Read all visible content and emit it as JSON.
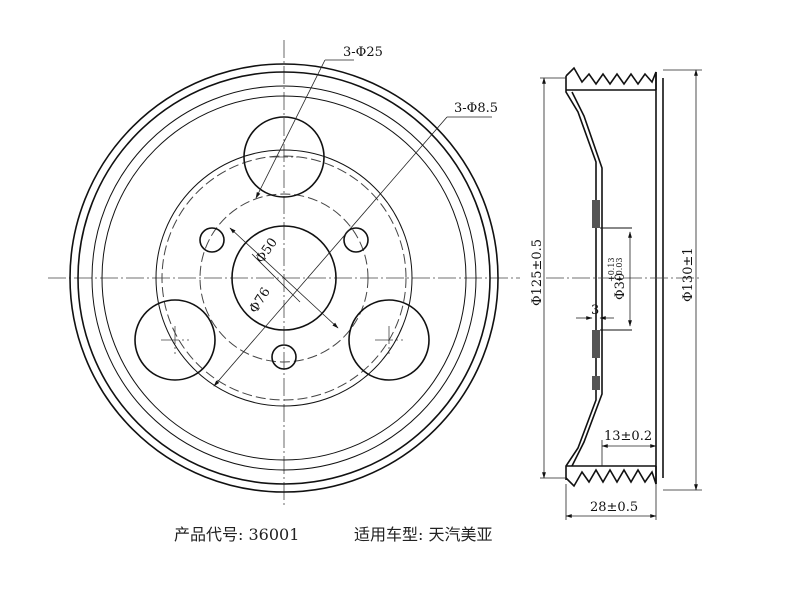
{
  "front_view": {
    "bolt_large_label": "3-Φ25",
    "bolt_small_label": "3-Φ8.5",
    "center_bore_label": "Φ50",
    "pcd_label": "Φ76"
  },
  "side_view": {
    "dia_125": "Φ125±0.5",
    "dia_130": "Φ130±1",
    "dia_30": "Φ30",
    "dia_30_upper": "+0.13",
    "dia_30_lower": "+0.03",
    "offset_3": "3",
    "depth_13": "13±0.2",
    "width_28": "28±0.5"
  },
  "caption": {
    "product_code": "产品代号: 36001",
    "vehicle": "适用车型: 天汽美亚"
  }
}
